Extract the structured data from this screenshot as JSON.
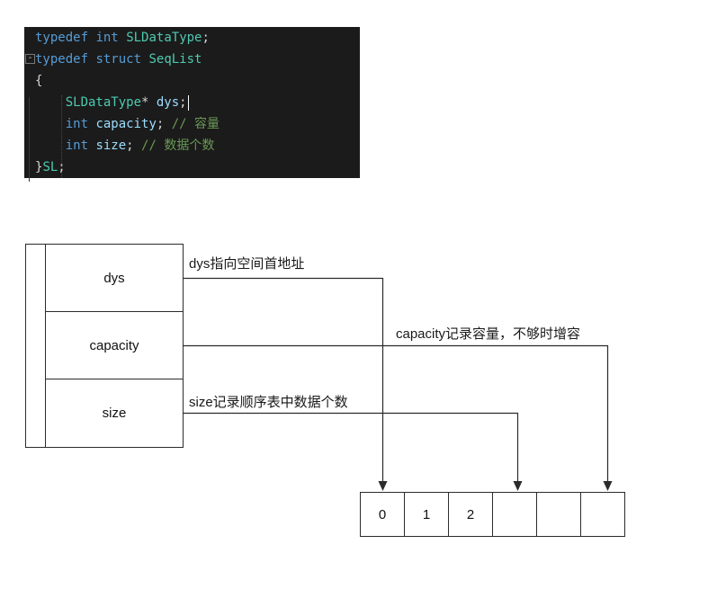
{
  "code": {
    "colors": {
      "keyword": "#569cd6",
      "type": "#4ec9b0",
      "variable": "#9cdcfe",
      "comment": "#6a9955",
      "plain": "#d4d4d4",
      "background": "#1b1b1b"
    },
    "lines": [
      {
        "tokens": [
          {
            "c": "kw",
            "t": "typedef"
          },
          {
            "c": "plain",
            "t": " "
          },
          {
            "c": "kw",
            "t": "int"
          },
          {
            "c": "plain",
            "t": " "
          },
          {
            "c": "type",
            "t": "SLDataType"
          },
          {
            "c": "plain",
            "t": ";"
          }
        ]
      },
      {
        "fold": "-",
        "tokens": [
          {
            "c": "kw",
            "t": "typedef"
          },
          {
            "c": "plain",
            "t": " "
          },
          {
            "c": "kw",
            "t": "struct"
          },
          {
            "c": "plain",
            "t": " "
          },
          {
            "c": "type",
            "t": "SeqList"
          }
        ]
      },
      {
        "tokens": [
          {
            "c": "plain",
            "t": "{"
          }
        ]
      },
      {
        "tokens": [
          {
            "c": "plain",
            "t": "    "
          },
          {
            "c": "type",
            "t": "SLDataType"
          },
          {
            "c": "plain",
            "t": "* "
          },
          {
            "c": "var",
            "t": "dys"
          },
          {
            "c": "plain",
            "t": ";"
          },
          {
            "c": "cursor",
            "t": ""
          }
        ]
      },
      {
        "tokens": [
          {
            "c": "plain",
            "t": "    "
          },
          {
            "c": "kw",
            "t": "int"
          },
          {
            "c": "plain",
            "t": " "
          },
          {
            "c": "var",
            "t": "capacity"
          },
          {
            "c": "plain",
            "t": "; "
          },
          {
            "c": "comment",
            "t": "// 容量"
          }
        ]
      },
      {
        "tokens": [
          {
            "c": "plain",
            "t": "    "
          },
          {
            "c": "kw",
            "t": "int"
          },
          {
            "c": "plain",
            "t": " "
          },
          {
            "c": "var",
            "t": "size"
          },
          {
            "c": "plain",
            "t": "; "
          },
          {
            "c": "comment",
            "t": "// 数据个数"
          }
        ]
      },
      {
        "tokens": [
          {
            "c": "plain",
            "t": "}"
          },
          {
            "c": "type",
            "t": "SL"
          },
          {
            "c": "plain",
            "t": ";"
          }
        ]
      }
    ]
  },
  "diagram": {
    "struct_fields": [
      {
        "label": "dys",
        "annotation": "dys指向空间首地址"
      },
      {
        "label": "capacity",
        "annotation": "capacity记录容量，不够时增容"
      },
      {
        "label": "size",
        "annotation": "size记录顺序表中数据个数"
      }
    ],
    "array_cells": [
      "0",
      "1",
      "2",
      "",
      "",
      ""
    ]
  }
}
